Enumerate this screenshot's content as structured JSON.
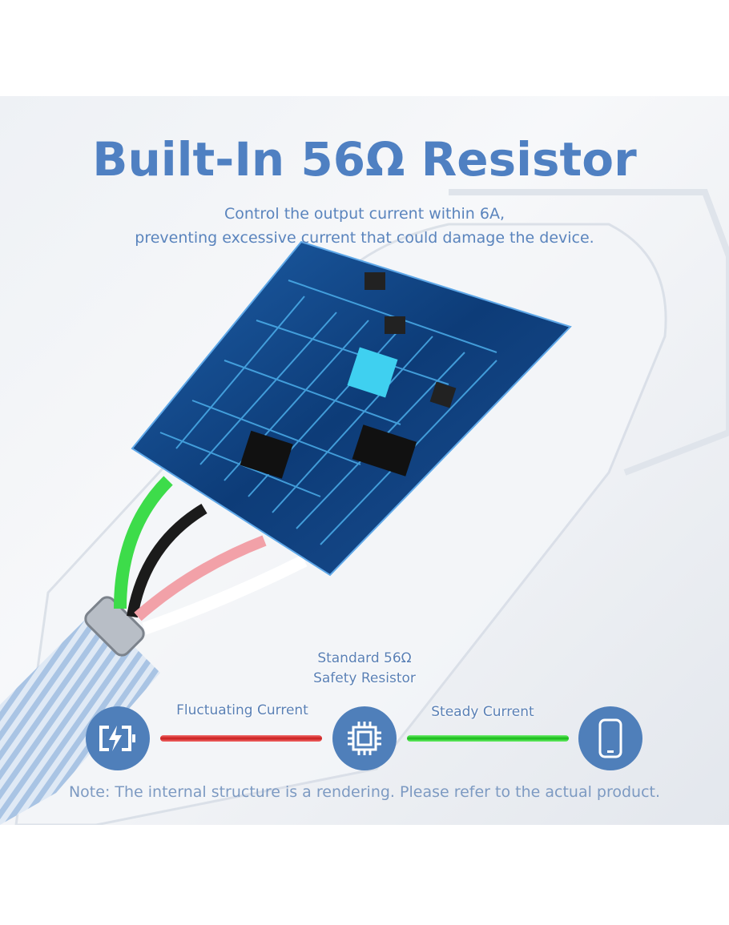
{
  "title": "Built-In 56Ω Resistor",
  "subtitle_line1": "Control the output current within 6A,",
  "subtitle_line2": "preventing excessive current that could damage the device.",
  "diagram": {
    "resistor_label_line1": "Standard 56Ω",
    "resistor_label_line2": "Safety Resistor",
    "fluctuating_label": "Fluctuating Current",
    "steady_label": "Steady Current",
    "icons": [
      "battery-charging-icon",
      "chip-icon",
      "phone-icon"
    ],
    "colors": {
      "circle": "#4f7fba",
      "fluctuating": "#d63a3a",
      "steady": "#27c227"
    }
  },
  "note": "Note: The internal structure is a rendering. Please refer to the actual product."
}
